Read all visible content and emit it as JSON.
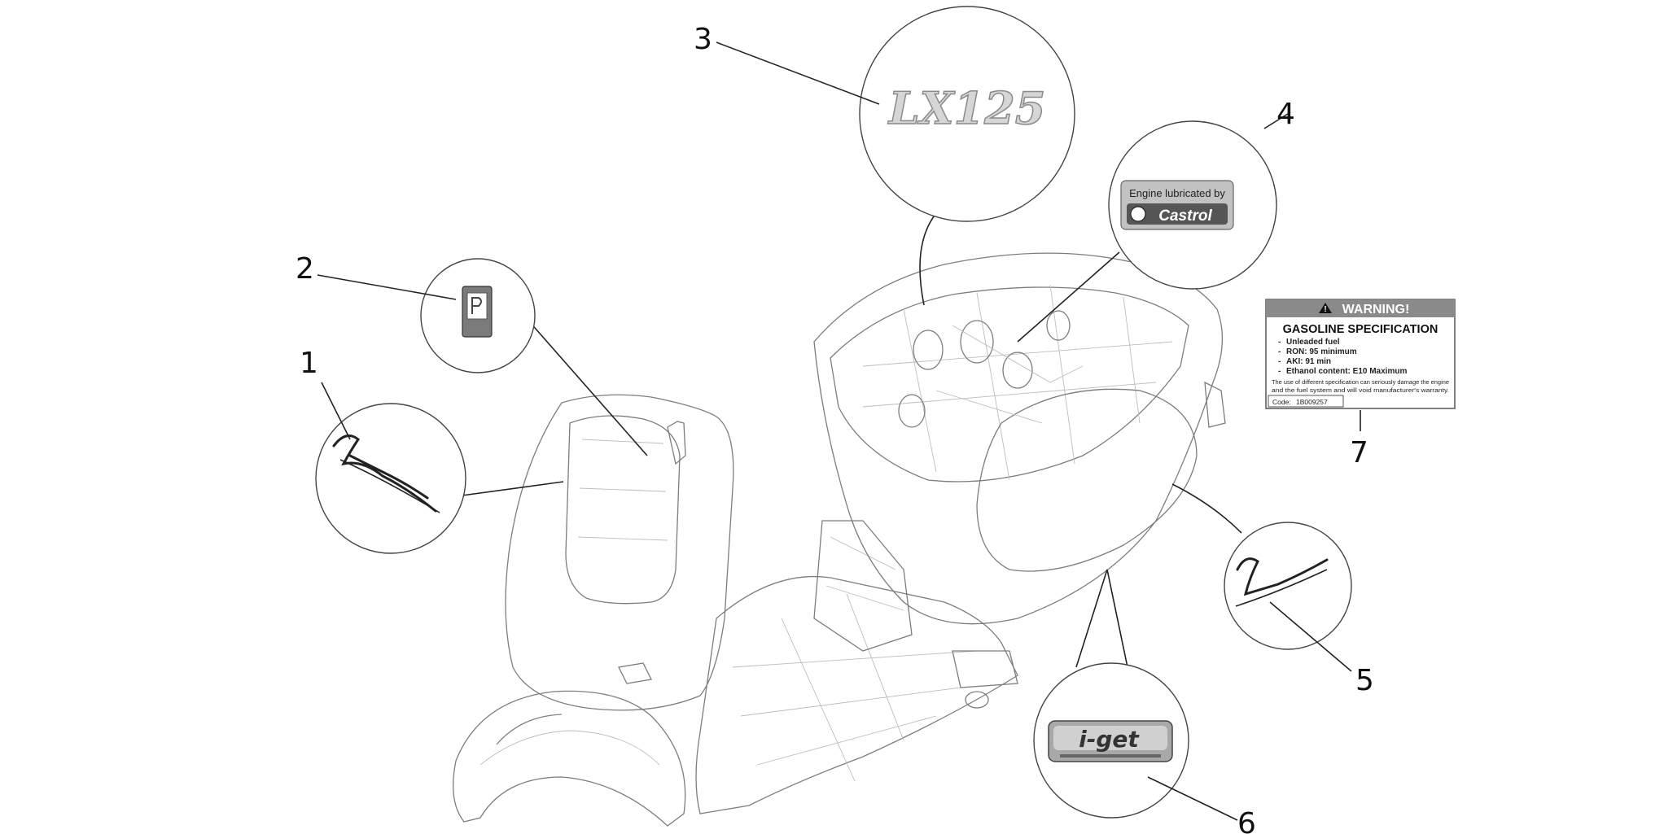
{
  "callouts": [
    {
      "number": "1"
    },
    {
      "number": "2"
    },
    {
      "number": "3",
      "badge_text": "LX125"
    },
    {
      "number": "4",
      "line1": "Engine lubricated by",
      "brand": "Castrol"
    },
    {
      "number": "5"
    },
    {
      "number": "6",
      "badge_text": "i-get"
    },
    {
      "number": "7"
    }
  ],
  "warning_label": {
    "header": "WARNING!",
    "title": "GASOLINE SPECIFICATION",
    "items": [
      "Unleaded fuel",
      "RON: 95 minimum",
      "AKI: 91 min",
      "Ethanol content: E10 Maximum"
    ],
    "note_line1": "The use of different specification can seriously damage the engine",
    "note_line2": "and the fuel system and will void manufacturer's warranty.",
    "code_label": "Code:",
    "code_value": "1B009257"
  },
  "colors": {
    "line": "#222222",
    "body_outline": "#7d7d7d",
    "label_header": "#8a8a8a",
    "badge_fill": "#bdbdbd"
  }
}
